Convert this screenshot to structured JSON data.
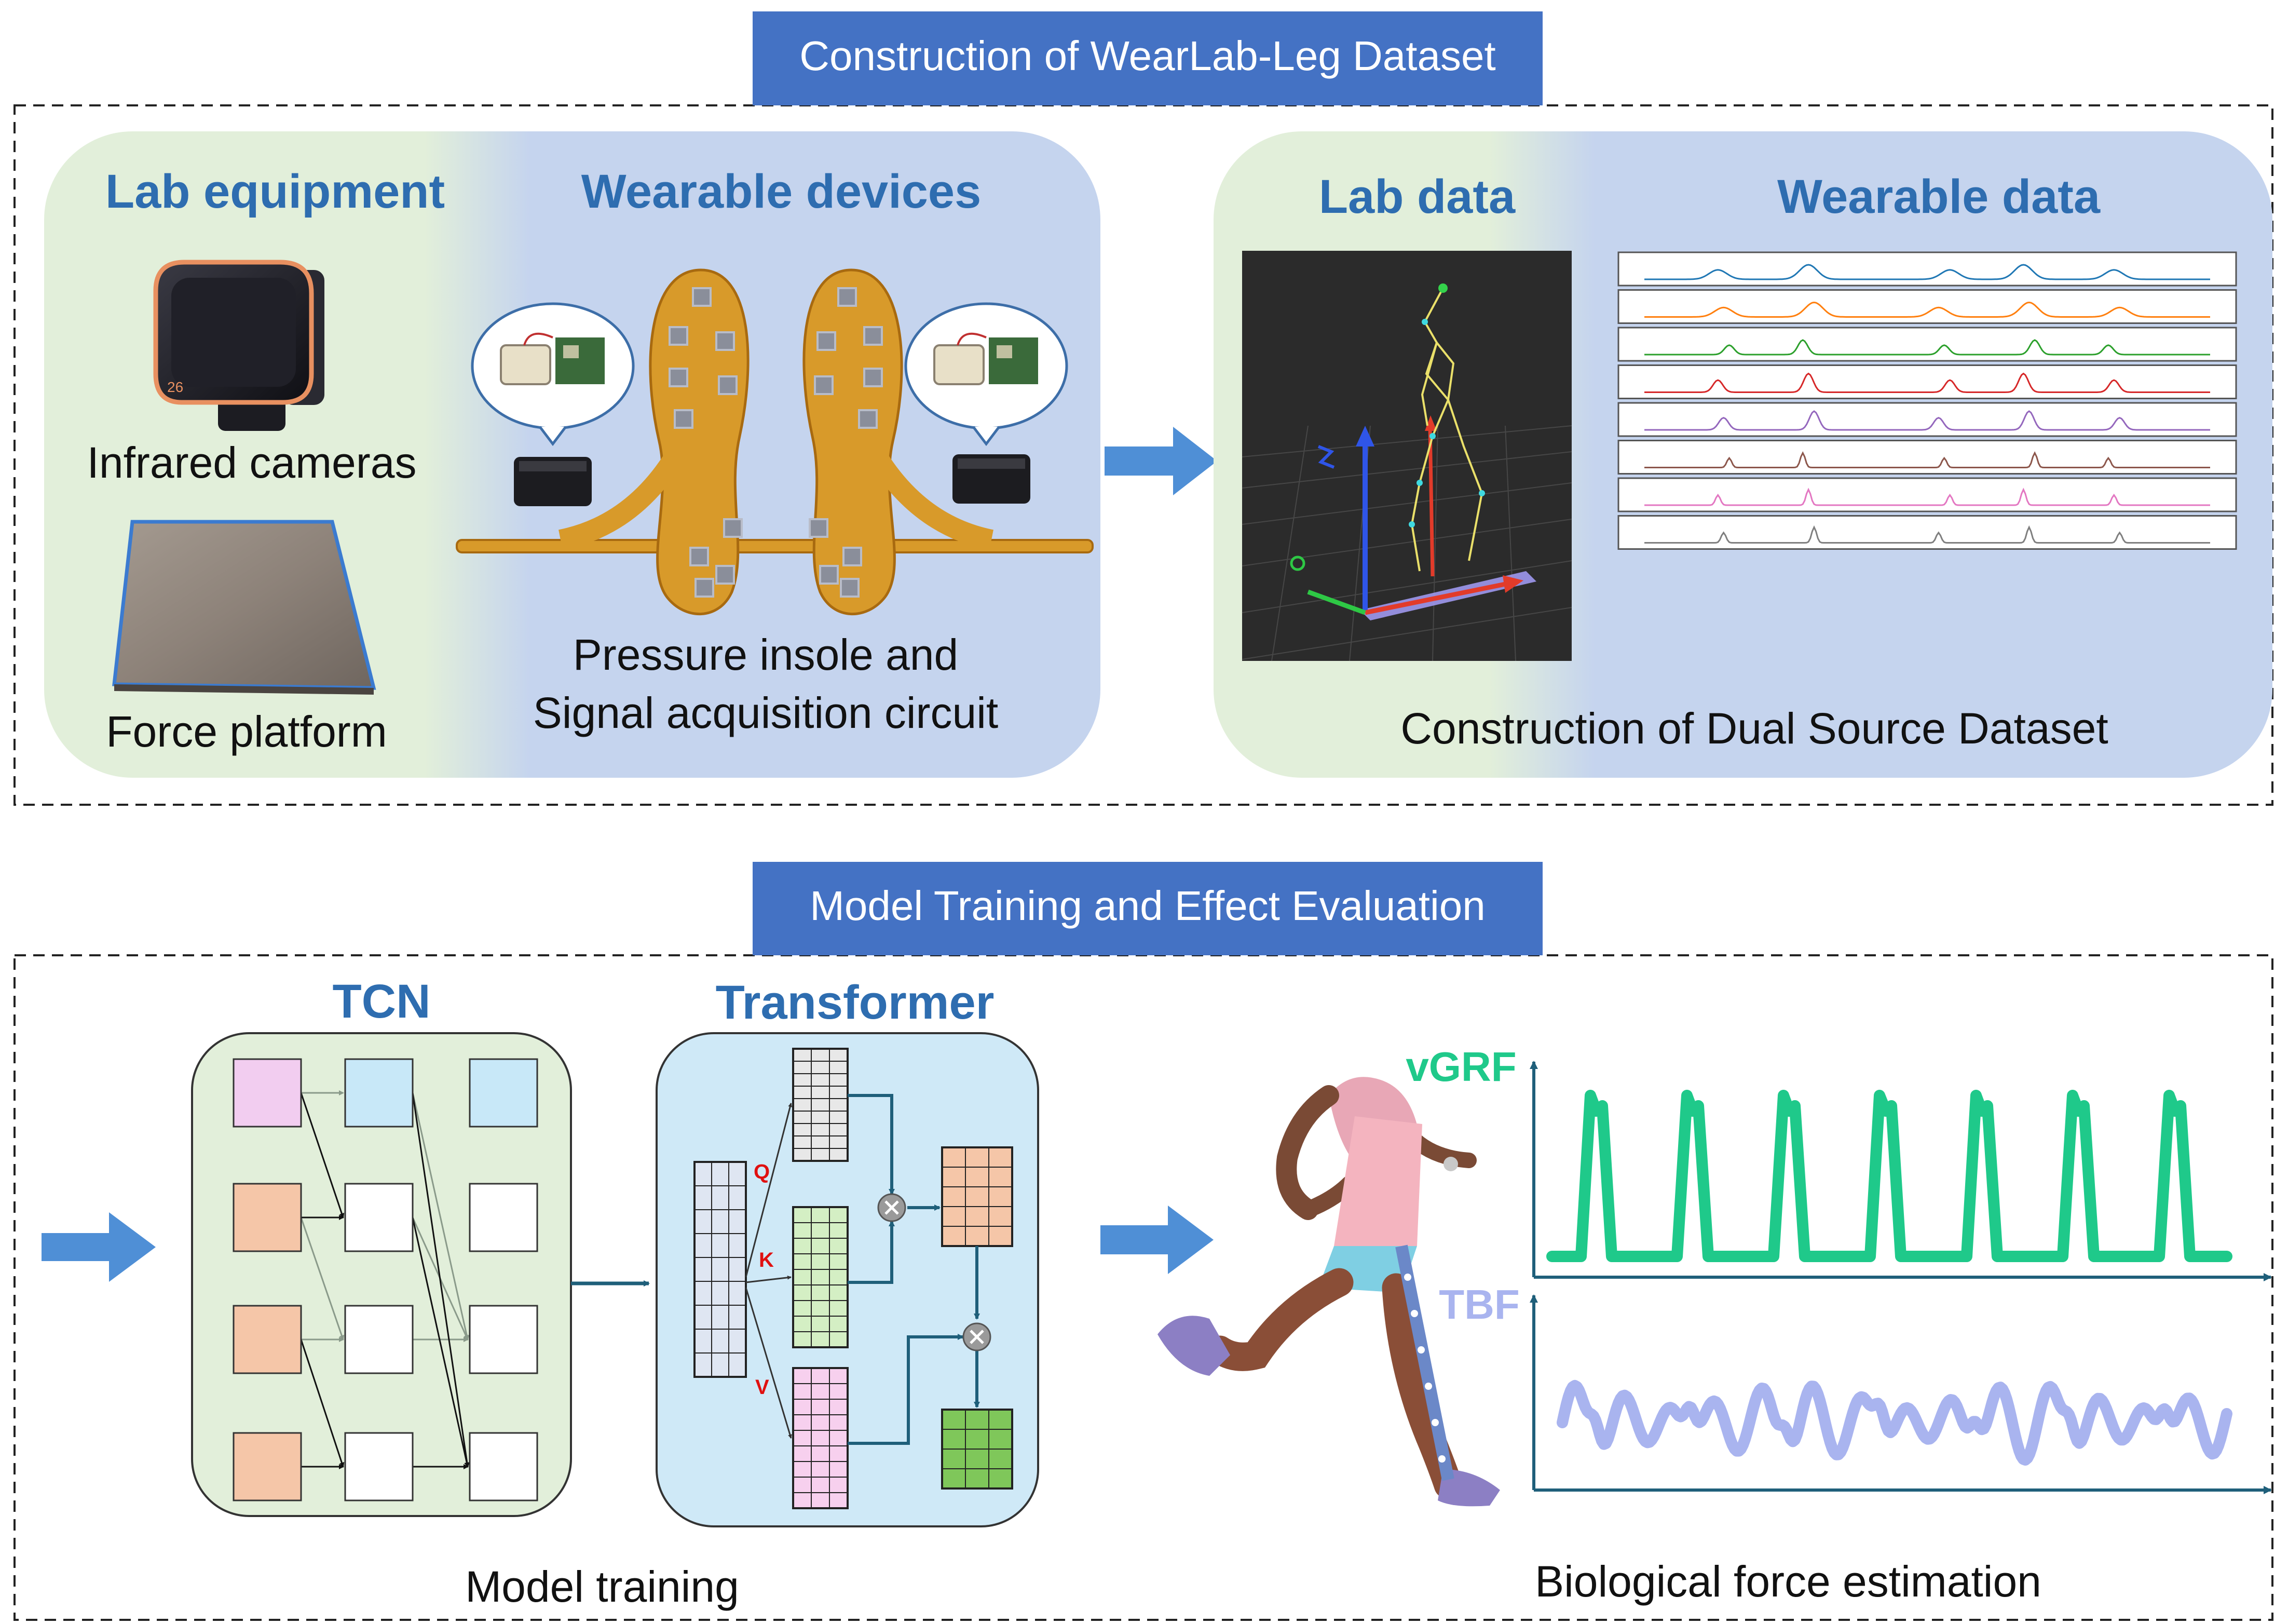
{
  "top_section": {
    "title": "Construction of WearLab-Leg Dataset",
    "lab_panel": {
      "lab_equipment_heading": "Lab equipment",
      "wearable_devices_heading": "Wearable devices",
      "infrared_label": "Infrared cameras",
      "force_platform_label": "Force platform",
      "camera_badge": "26",
      "insole_caption_line1": "Pressure insole and",
      "insole_caption_line2": "Signal acquisition circuit"
    },
    "data_panel": {
      "lab_data_heading": "Lab data",
      "wearable_data_heading": "Wearable data",
      "caption": "Construction of Dual Source Dataset"
    }
  },
  "bottom_section": {
    "title": "Model Training and Effect Evaluation",
    "tcn_label": "TCN",
    "transformer_label": "Transformer",
    "q_label": "Q",
    "k_label": "K",
    "v_label": "V",
    "model_training_caption": "Model training",
    "vgrf_label": "vGRF",
    "tbf_label": "TBF",
    "biological_caption": "Biological force estimation"
  },
  "colors": {
    "title_bar": "#4472c4",
    "heading_blue": "#2e6db0",
    "green_panel": "#e2efda",
    "blue_panel": "#c5d4ee",
    "vgrf": "#1fc98a",
    "tbf": "#a9b4ef",
    "arrow": "#4f8fd6",
    "axis": "#1f5f7a",
    "signal_colors": [
      "#1f77b4",
      "#ff7f0e",
      "#2ca02c",
      "#d62728",
      "#9467bd",
      "#8c564b",
      "#e377c2",
      "#7f7f7f"
    ]
  }
}
